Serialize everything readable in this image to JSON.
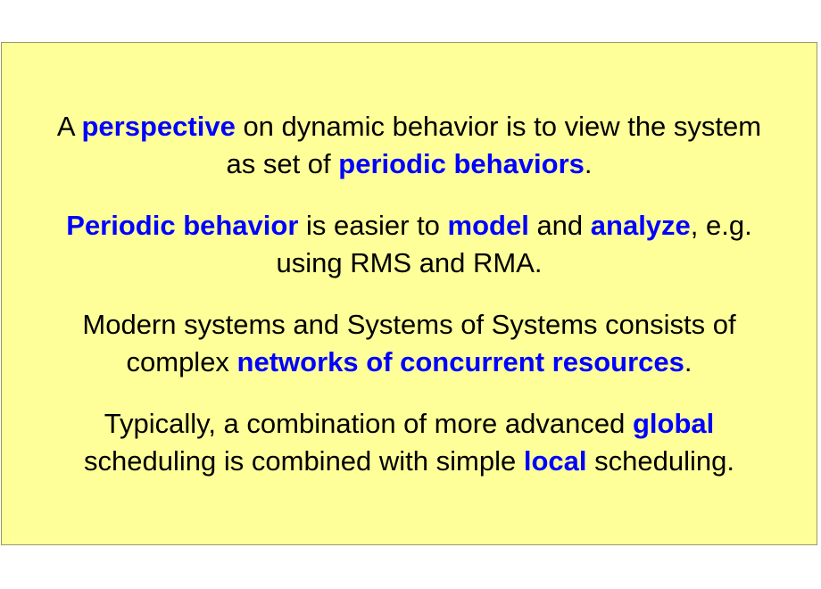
{
  "paragraphs": [
    {
      "line1": {
        "t1": "A ",
        "h1": "perspective",
        "t2": " on dynamic behavior is to view the system"
      },
      "line2": {
        "t1": "as set of ",
        "h1": "periodic behaviors",
        "t2": "."
      }
    },
    {
      "line1": {
        "h1": "Periodic behavior",
        "t1": " is easier to ",
        "h2": "model",
        "t2": " and ",
        "h3": "analyze",
        "t3": ", e.g."
      },
      "line2": {
        "t1": "using RMS and RMA."
      }
    },
    {
      "line1": {
        "t1": "Modern systems and Systems of Systems consists of"
      },
      "line2": {
        "t1": "complex ",
        "h1": "networks of concurrent resources",
        "t2": "."
      }
    },
    {
      "line1": {
        "t1": "Typically, a combination of more advanced ",
        "h1": "global"
      },
      "line2": {
        "t1": "scheduling is combined with simple ",
        "h1": "local",
        "t2": " scheduling."
      }
    }
  ],
  "colors": {
    "background": "#ffff99",
    "border": "#999966",
    "highlight": "#0000ff",
    "text": "#000000"
  }
}
